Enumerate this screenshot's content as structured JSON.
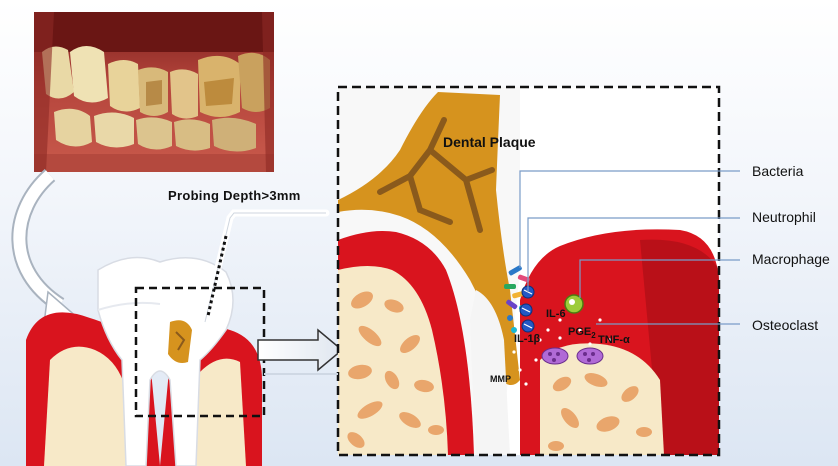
{
  "labels": {
    "probing_depth": "Probing Depth>3mm",
    "dental_plaque": "Dental Plaque",
    "bacteria": "Bacteria",
    "neutrophil": "Neutrophil",
    "macrophage": "Macrophage",
    "osteoclast": "Osteoclast",
    "il6": "IL-6",
    "il1b": "IL-1β",
    "pge2_base": "PGE",
    "pge2_sub": "2",
    "tnf": "TNF-α",
    "mmp": "MMP"
  },
  "colors": {
    "gum_red": "#d9141e",
    "gum_dark": "#a30d14",
    "plaque": "#d6931e",
    "plaque_dark": "#8a5a1c",
    "bone": "#f7e9c8",
    "trabecula": "#e9a66c",
    "enamel": "#ffffff",
    "leader": "#7a9cc8"
  },
  "icons": {
    "arrow_curved": "curved-arrow-icon",
    "arrow_block": "block-arrow-icon",
    "probe": "periodontal-probe-icon"
  }
}
